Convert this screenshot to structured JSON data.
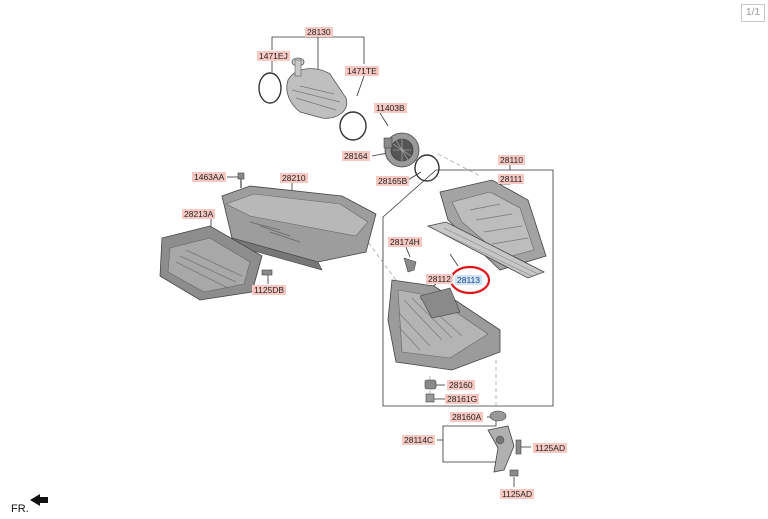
{
  "page_indicator": "1/1",
  "front_marker": "FR.",
  "highlight_color": "#e0161b",
  "label_color": "#f7c9c2",
  "selected_label_color": "#cfe3f7",
  "parts": {
    "p28130": "28130",
    "p1471EJ": "1471EJ",
    "p1471TE": "1471TE",
    "p11403B": "11403B",
    "p28164": "28164",
    "p28165B": "28165B",
    "p28110": "28110",
    "p28111": "28111",
    "p1463AA": "1463AA",
    "p28210": "28210",
    "p28213A": "28213A",
    "p28174H": "28174H",
    "p28112": "28112",
    "p28113": "28113",
    "p1125DB": "1125DB",
    "p28160": "28160",
    "p28161G": "28161G",
    "p28160A": "28160A",
    "p28114C": "28114C",
    "p1125AD_a": "1125AD",
    "p1125AD_b": "1125AD"
  }
}
